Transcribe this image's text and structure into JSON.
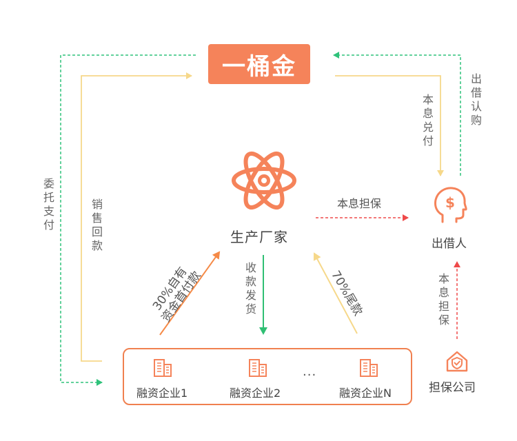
{
  "top": {
    "logo_text": "一桶金"
  },
  "center": {
    "factory_label": "生产厂家"
  },
  "right": {
    "lender_label": "出借人",
    "guarantor_label": "担保公司"
  },
  "bottom": {
    "enterprises": [
      "融资企业1",
      "融资企业2",
      "融资企业N"
    ],
    "ellipsis": "···"
  },
  "flows": {
    "entrusted_payment": "委托支付",
    "sales_return": "销售回款",
    "principal_interest_payment": "本息兑付",
    "lending_subscription": "出借认购",
    "principal_interest_guarantee_h": "本息担保",
    "principal_interest_guarantee_v": "本息担保",
    "receipt_delivery": "收款发货",
    "self_funded_first_payment_line1": "30%自有",
    "self_funded_first_payment_line2": "资金首付款",
    "final_payment": "70%尾款"
  },
  "colors": {
    "logo_bg": "#f5835a",
    "accent_orange": "#f0804f",
    "green_dashed": "#2fc27a",
    "yellow_line": "#f6d88a",
    "red_dashed": "#ef4a4a",
    "green_solid": "#2fbf73",
    "orange_line": "#f58a47"
  }
}
